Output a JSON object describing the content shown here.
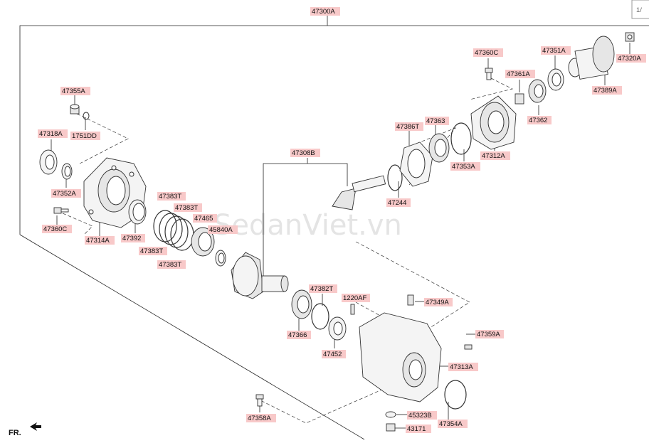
{
  "page": {
    "indicator": "1/",
    "watermark": "SedanViet.vn",
    "front_label": "FR."
  },
  "labels": {
    "p47300A": "47300A",
    "p47355A": "47355A",
    "p47318A": "47318A",
    "p1751DD": "1751DD",
    "p47352A": "47352A",
    "p47360C_l": "47360C",
    "p47314A": "47314A",
    "p47392": "47392",
    "p47383T_1": "47383T",
    "p47383T_2": "47383T",
    "p47383T_3": "47383T",
    "p47383T_4": "47383T",
    "p47465": "47465",
    "p45840A": "45840A",
    "p47308B": "47308B",
    "p47244": "47244",
    "p47386T": "47386T",
    "p47363": "47363",
    "p47353A": "47353A",
    "p47312A": "47312A",
    "p47360C_r": "47360C",
    "p47361A": "47361A",
    "p47351A": "47351A",
    "p47320A": "47320A",
    "p47389A": "47389A",
    "p47362": "47362",
    "p47382T": "47382T",
    "p1220AF": "1220AF",
    "p47349A": "47349A",
    "p47366": "47366",
    "p47452": "47452",
    "p47359A": "47359A",
    "p47313A": "47313A",
    "p45323B": "45323B",
    "p47354A": "47354A",
    "p43171": "43171",
    "p47358A": "47358A"
  }
}
